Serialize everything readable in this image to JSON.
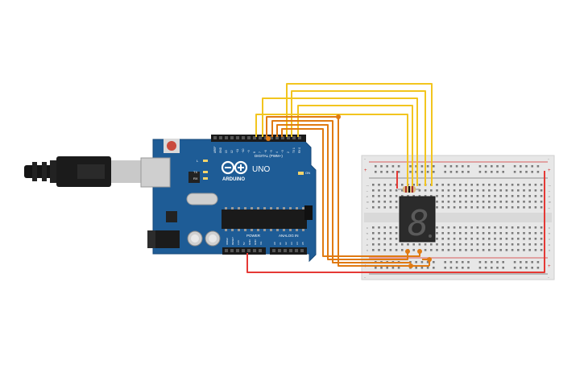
{
  "board": {
    "brand": "ARDUINO",
    "model": "UNO",
    "label_digital": "DIGITAL (PWM~)",
    "label_power": "POWER",
    "label_analog": "ANALOG IN",
    "label_aref": "AREF",
    "label_gnd": "GND",
    "digital_pins": [
      "13",
      "12",
      "~11",
      "~10",
      "~9",
      "8",
      "7",
      "~6",
      "~5",
      "4",
      "~3",
      "2",
      "TX 1",
      "RX 0"
    ],
    "power_pins": [
      "IOREF",
      "RESET",
      "3.3V",
      "5V",
      "GND",
      "GND",
      "Vin"
    ],
    "analog_pins": [
      "A0",
      "A1",
      "A2",
      "A3",
      "A4",
      "A5"
    ],
    "led_labels": [
      "L",
      "TX",
      "RX",
      "ON"
    ]
  },
  "breadboard": {
    "plus": "+",
    "minus": "-",
    "row_letters_top": [
      "j",
      "i",
      "h",
      "g",
      "f"
    ],
    "row_letters_bottom": [
      "e",
      "d",
      "c",
      "b",
      "a"
    ]
  },
  "display": {
    "digit": "8"
  },
  "colors": {
    "board": "#1e5c96",
    "wire_yellow": "#f2c51f",
    "wire_orange": "#e07a12",
    "wire_red": "#e53935"
  }
}
